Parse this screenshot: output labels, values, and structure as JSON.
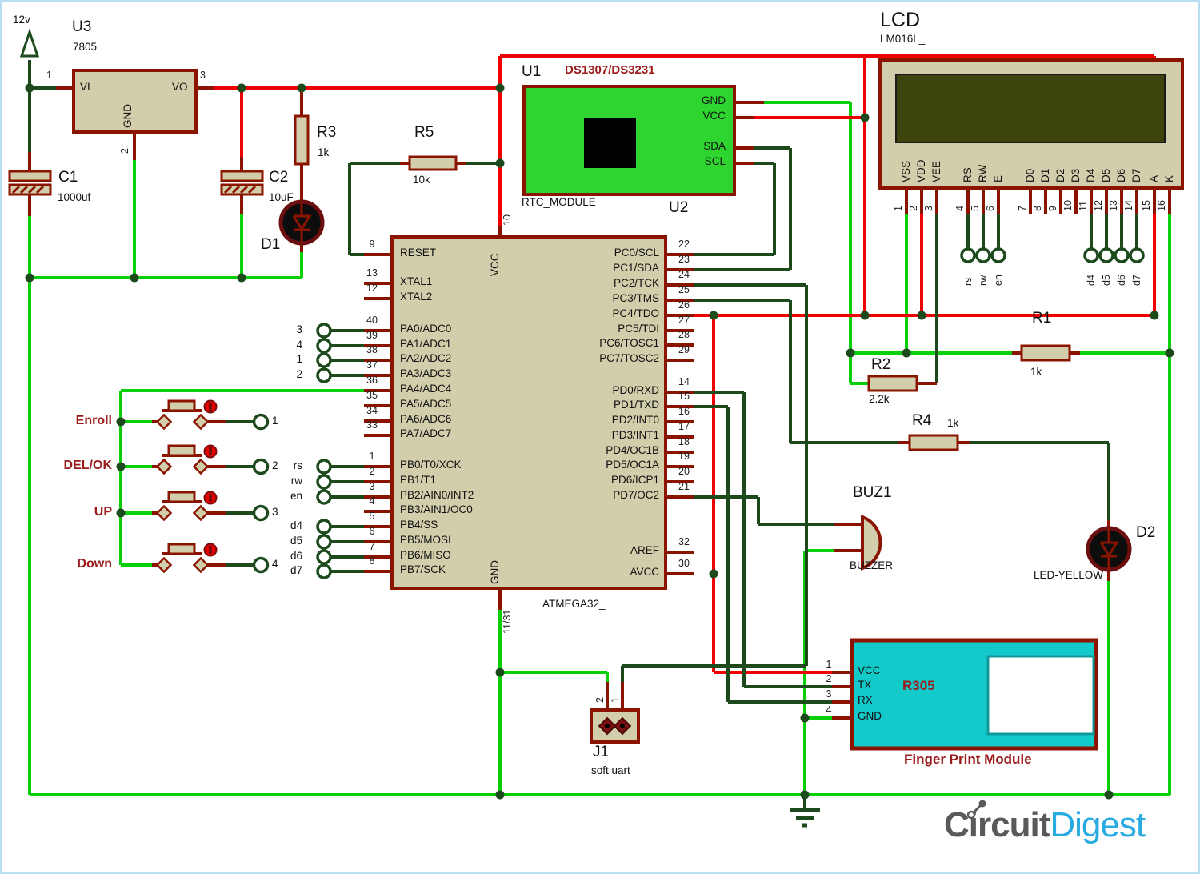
{
  "power": {
    "vin_label": "12v",
    "u3": {
      "ref": "U3",
      "value": "7805",
      "pin_vi": "VI",
      "pin_vo": "VO",
      "pin_gnd": "GND",
      "pin1": "1",
      "pin2": "2",
      "pin3": "3"
    },
    "c1": {
      "ref": "C1",
      "value": "1000uf"
    },
    "c2": {
      "ref": "C2",
      "value": "10uF"
    },
    "r3": {
      "ref": "R3",
      "value": "1k"
    },
    "d1": {
      "ref": "D1"
    }
  },
  "r5": {
    "ref": "R5",
    "value": "10k"
  },
  "rtc": {
    "ref": "U1",
    "part": "DS1307/DS3231",
    "module_label": "RTC_MODULE",
    "ref2": "U2",
    "pins": [
      {
        "name": "GND"
      },
      {
        "name": "VCC"
      },
      {
        "name": "SDA"
      },
      {
        "name": "SCL"
      }
    ]
  },
  "lcd": {
    "title": "LCD",
    "part": "LM016L_",
    "pins": [
      {
        "num": "1",
        "name": "VSS"
      },
      {
        "num": "2",
        "name": "VDD"
      },
      {
        "num": "3",
        "name": "VEE"
      },
      {
        "num": "4",
        "name": "RS"
      },
      {
        "num": "5",
        "name": "RW"
      },
      {
        "num": "6",
        "name": "E"
      },
      {
        "num": "7",
        "name": "D0"
      },
      {
        "num": "8",
        "name": "D1"
      },
      {
        "num": "9",
        "name": "D2"
      },
      {
        "num": "10",
        "name": "D3"
      },
      {
        "num": "11",
        "name": "D4"
      },
      {
        "num": "12",
        "name": "D5"
      },
      {
        "num": "13",
        "name": "D6"
      },
      {
        "num": "14",
        "name": "D7"
      },
      {
        "num": "15",
        "name": "A"
      },
      {
        "num": "16",
        "name": "K"
      }
    ],
    "terminals": [
      {
        "name": "rs"
      },
      {
        "name": "rw"
      },
      {
        "name": "en"
      },
      {
        "name": "d4"
      },
      {
        "name": "d5"
      },
      {
        "name": "d6"
      },
      {
        "name": "d7"
      }
    ]
  },
  "mcu": {
    "part": "ATMEGA32_",
    "vcc_label": "VCC",
    "gnd_label": "GND",
    "vcc_pin": "10",
    "gnd_pin": "11/31",
    "left": [
      {
        "num": "9",
        "label": "RESET"
      },
      {
        "num": "13",
        "label": "XTAL1"
      },
      {
        "num": "12",
        "label": "XTAL2"
      },
      {
        "num": "40",
        "label": "PA0/ADC0"
      },
      {
        "num": "39",
        "label": "PA1/ADC1"
      },
      {
        "num": "38",
        "label": "PA2/ADC2"
      },
      {
        "num": "37",
        "label": "PA3/ADC3"
      },
      {
        "num": "36",
        "label": "PA4/ADC4"
      },
      {
        "num": "35",
        "label": "PA5/ADC5"
      },
      {
        "num": "34",
        "label": "PA6/ADC6"
      },
      {
        "num": "33",
        "label": "PA7/ADC7"
      },
      {
        "num": "1",
        "label": "PB0/T0/XCK"
      },
      {
        "num": "2",
        "label": "PB1/T1"
      },
      {
        "num": "3",
        "label": "PB2/AIN0/INT2"
      },
      {
        "num": "4",
        "label": "PB3/AIN1/OC0"
      },
      {
        "num": "5",
        "label": "PB4/SS"
      },
      {
        "num": "6",
        "label": "PB5/MOSI"
      },
      {
        "num": "7",
        "label": "PB6/MISO"
      },
      {
        "num": "8",
        "label": "PB7/SCK"
      }
    ],
    "right": [
      {
        "num": "22",
        "label": "PC0/SCL"
      },
      {
        "num": "23",
        "label": "PC1/SDA"
      },
      {
        "num": "24",
        "label": "PC2/TCK"
      },
      {
        "num": "25",
        "label": "PC3/TMS"
      },
      {
        "num": "26",
        "label": "PC4/TDO"
      },
      {
        "num": "27",
        "label": "PC5/TDI"
      },
      {
        "num": "28",
        "label": "PC6/TOSC1"
      },
      {
        "num": "29",
        "label": "PC7/TOSC2"
      },
      {
        "num": "14",
        "label": "PD0/RXD"
      },
      {
        "num": "15",
        "label": "PD1/TXD"
      },
      {
        "num": "16",
        "label": "PD2/INT0"
      },
      {
        "num": "17",
        "label": "PD3/INT1"
      },
      {
        "num": "18",
        "label": "PD4/OC1B"
      },
      {
        "num": "19",
        "label": "PD5/OC1A"
      },
      {
        "num": "20",
        "label": "PD6/ICP1"
      },
      {
        "num": "21",
        "label": "PD7/OC2"
      },
      {
        "num": "32",
        "label": "AREF"
      },
      {
        "num": "30",
        "label": "AVCC"
      }
    ],
    "pa_terminals": [
      {
        "num": "3"
      },
      {
        "num": "4"
      },
      {
        "num": "1"
      },
      {
        "num": "2"
      }
    ],
    "pb_terminals": [
      {
        "name": "rs"
      },
      {
        "name": "rw"
      },
      {
        "name": "en"
      },
      {
        "name": "d4"
      },
      {
        "name": "d5"
      },
      {
        "name": "d6"
      },
      {
        "name": "d7"
      }
    ]
  },
  "buttons": [
    {
      "label": "Enroll",
      "num": "1"
    },
    {
      "label": "DEL/OK",
      "num": "2"
    },
    {
      "label": "UP",
      "num": "3"
    },
    {
      "label": "Down",
      "num": "4"
    }
  ],
  "r1": {
    "ref": "R1",
    "value": "1k"
  },
  "r2": {
    "ref": "R2",
    "value": "2.2k"
  },
  "r4": {
    "ref": "R4",
    "value": "1k"
  },
  "buzzer": {
    "ref": "BUZ1",
    "label": "BUZZER"
  },
  "d2": {
    "ref": "D2",
    "label": "LED-YELLOW"
  },
  "j1": {
    "ref": "J1",
    "label": "soft uart",
    "pin1": "1",
    "pin2": "2"
  },
  "fingerprint": {
    "ref": "R305",
    "label": "Finger Print Module",
    "pins": [
      {
        "num": "1",
        "name": "VCC"
      },
      {
        "num": "2",
        "name": "TX"
      },
      {
        "num": "3",
        "name": "RX"
      },
      {
        "num": "4",
        "name": "GND"
      }
    ]
  },
  "logo": {
    "part1": "Circuit",
    "part2": "Digest"
  },
  "colors": {
    "wire_green": "#08cf08",
    "wire_dark_green": "#1c4a1c",
    "wire_red": "#f00000",
    "component_outline": "#8b1400",
    "component_fill": "#d2ceab",
    "rtc_fill": "#2ed52e",
    "fingerprint_fill": "#13c9c9",
    "lcd_screen": "#3c430d",
    "label_red": "#9b1b1b",
    "logo_gray": "#58595b",
    "logo_blue": "#29abe2",
    "frame_blue": "#b9e0f2"
  }
}
